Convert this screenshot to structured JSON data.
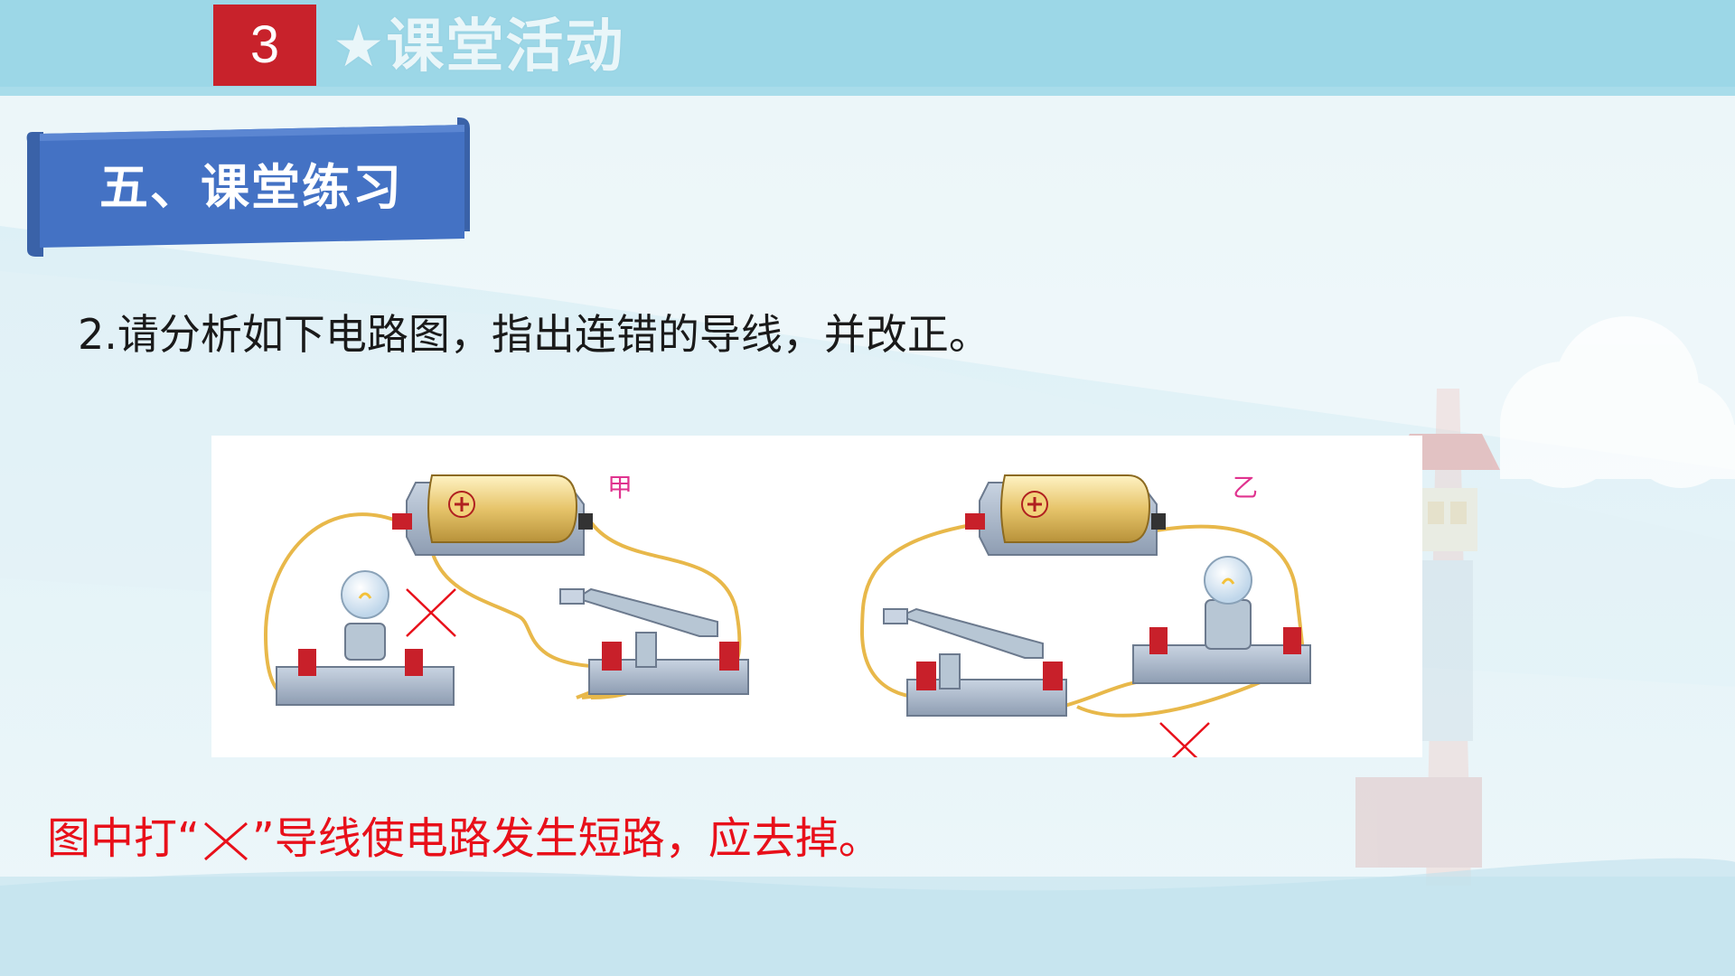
{
  "header": {
    "section_number": "3",
    "section_title": "★课堂活动"
  },
  "banner": {
    "title": "五、课堂练习"
  },
  "question": {
    "text": "2.请分析如下电路图，指出连错的导线，并改正。"
  },
  "figures": [
    {
      "label": "甲"
    },
    {
      "label": "乙"
    }
  ],
  "answer": {
    "prefix": "图中打“",
    "suffix": "”导线使电路发生短路，应去掉。"
  },
  "colors": {
    "accent_red": "#c8222b",
    "banner_blue": "#4472c4",
    "answer_red": "#e8101a",
    "label_pink": "#e0338f",
    "wire_gold": "#e8b84a"
  }
}
